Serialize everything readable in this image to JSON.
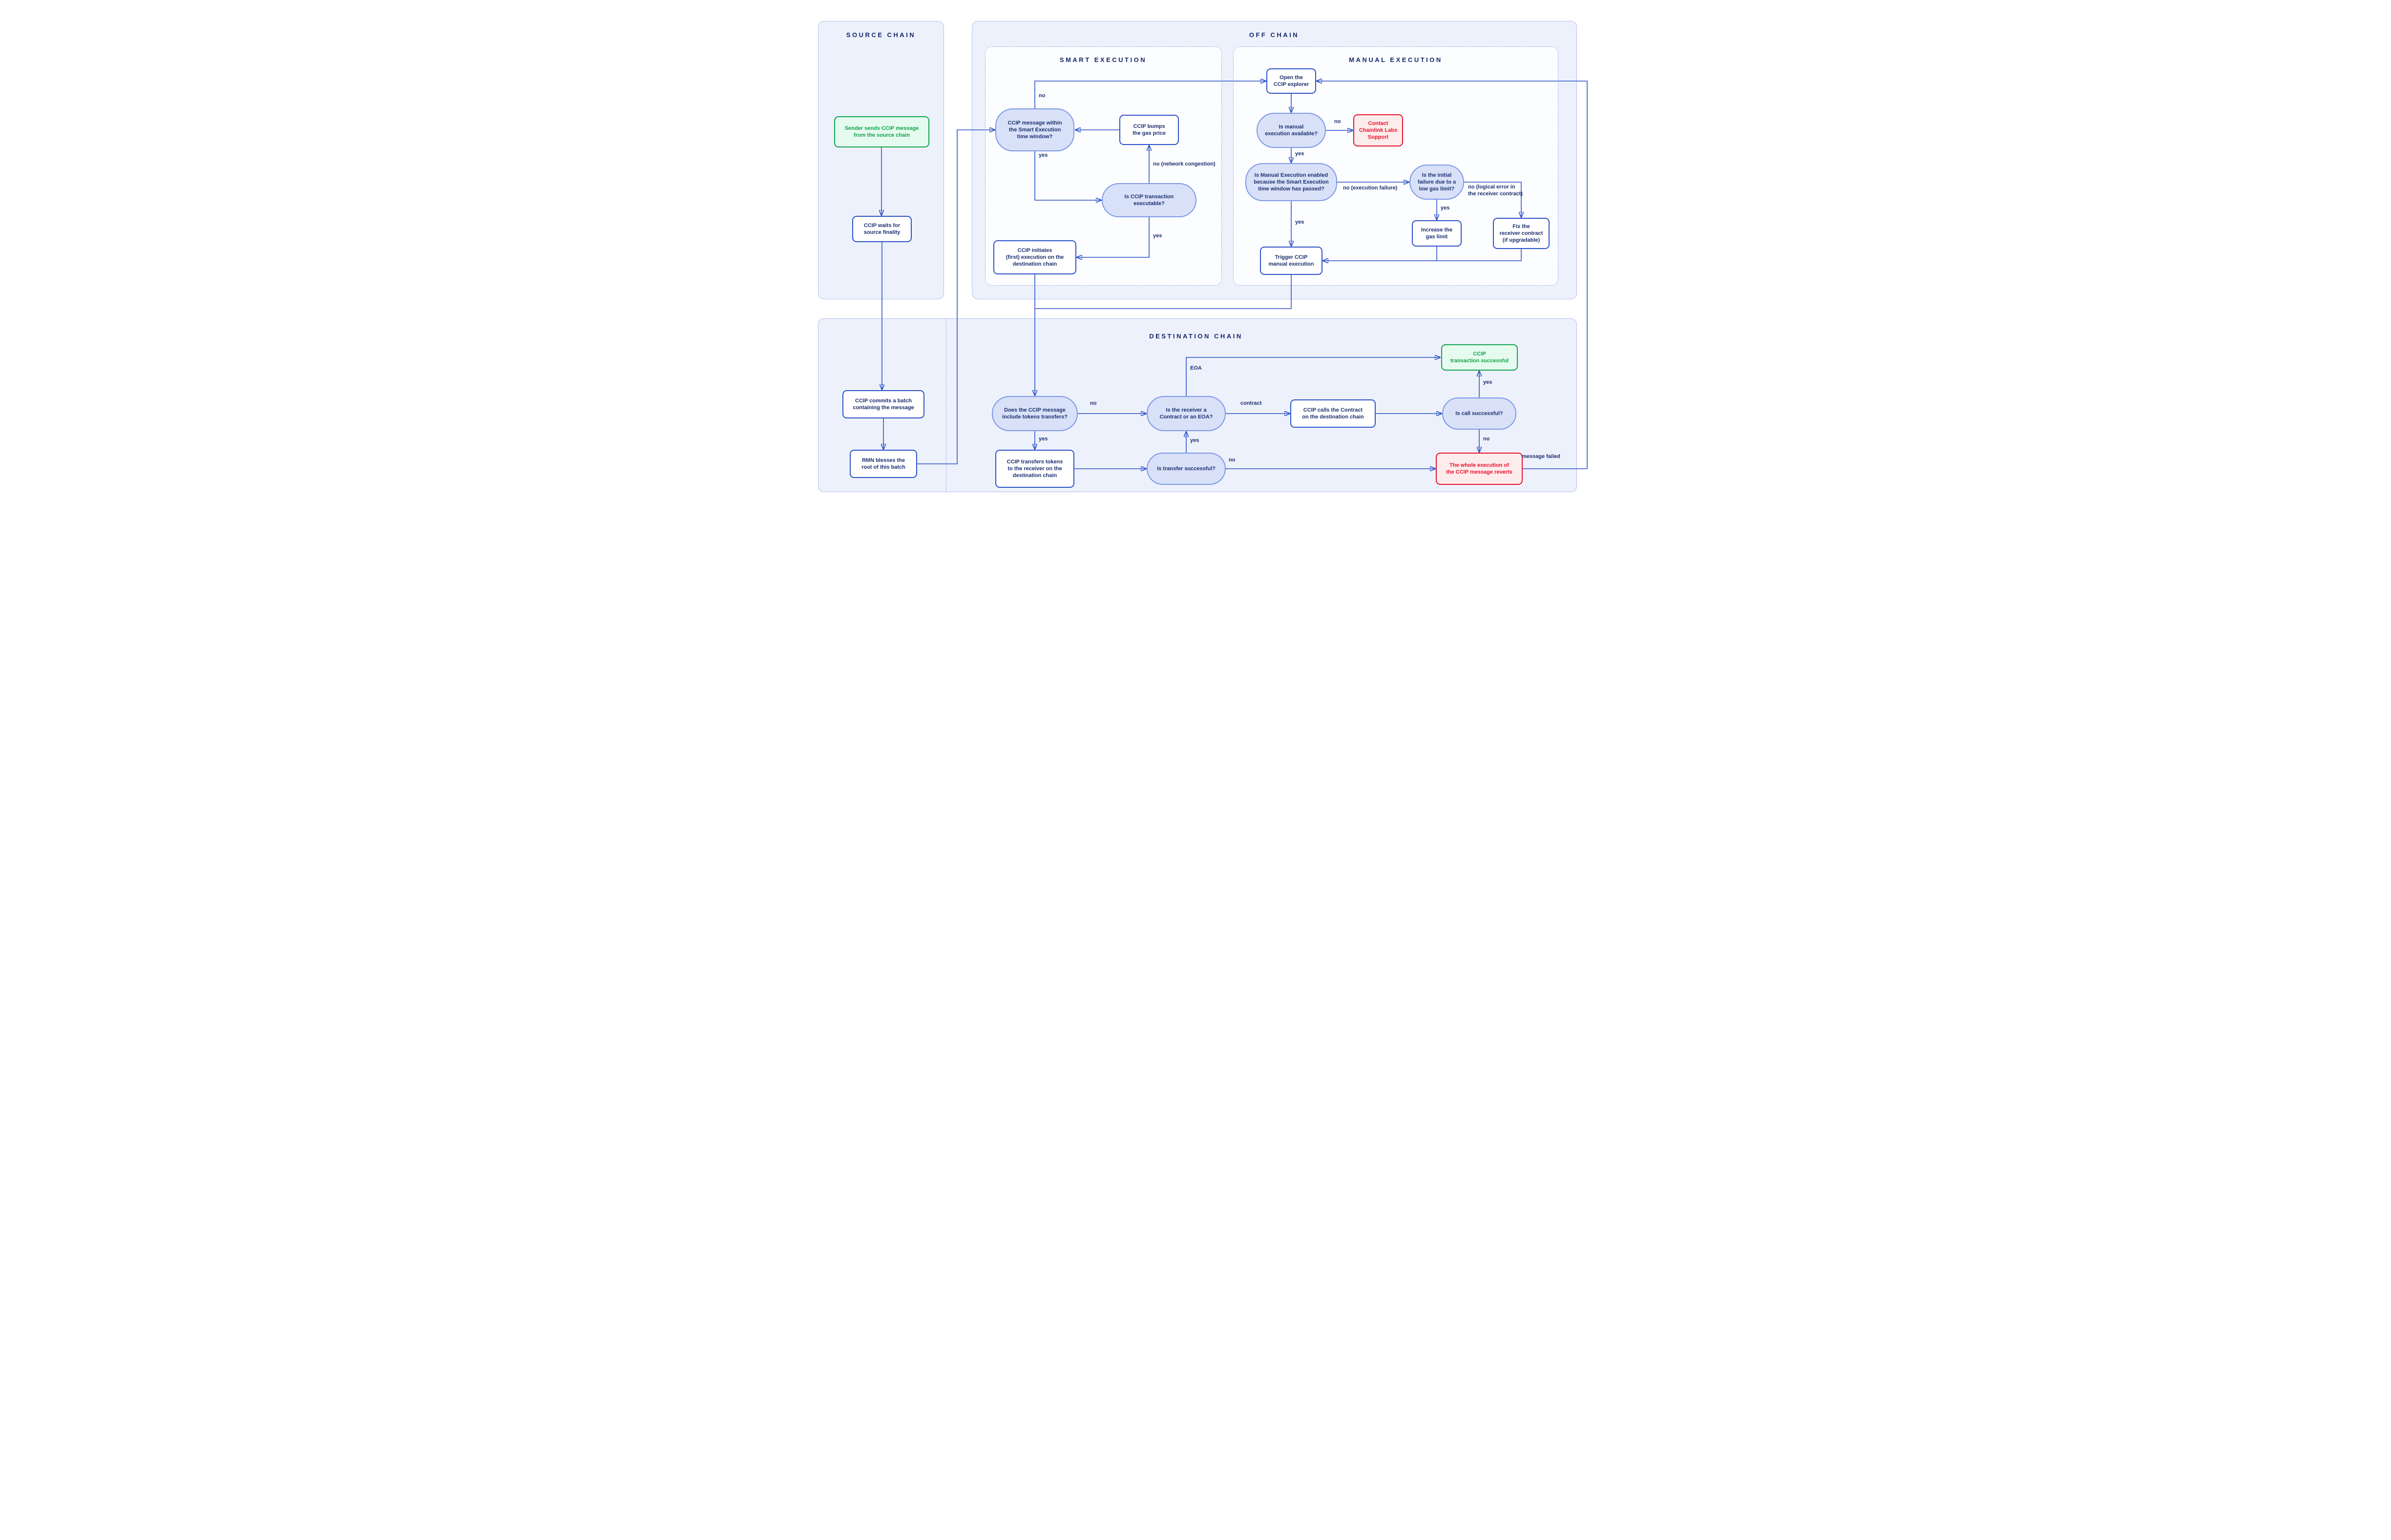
{
  "sections": {
    "source_chain": "SOURCE CHAIN",
    "off_chain": "OFF CHAIN",
    "smart_execution": "SMART EXECUTION",
    "manual_execution": "MANUAL EXECUTION",
    "destination_chain": "DESTINATION CHAIN"
  },
  "nodes": {
    "sender": "Sender sends CCIP message\nfrom the source chain",
    "waits": "CCIP waits for\nsource finality",
    "commits": "CCIP commits a batch\ncontaining the message",
    "rmn": "RMN blesses the\nroot of this batch",
    "window": "CCIP message within\nthe Smart Execution\ntime window?",
    "bumps": "CCIP bumps\nthe gas price",
    "executable": "Is CCIP transaction\nexecutable?",
    "initiates": "CCIP initiates\n(first) execution on the\ndestination chain",
    "explorer": "Open the\nCCIP explorer",
    "available": "Is manual\nexecution available?",
    "contact": "Contact\nChainlink Labs\nSupport",
    "enabled": "Is Manual Execution enabled\nbecause the Smart Execution\ntime window has passed?",
    "lowgas": "Is the initial\nfailure due to a\nlow gas limit?",
    "increase": "Increase the\ngas limit",
    "fix": "Fix the\nreceiver contract\n(if upgradable)",
    "trigger": "Trigger CCIP\nmanual execution",
    "tokens": "Does the CCIP message\ninclude tokens transfers?",
    "receiver": "Is the receiver a\nContract or an EOA?",
    "transfers": "CCIP transfers tokens\nto the receiver on the\ndestination chain",
    "transfer_success": "Is transfer successful?",
    "calls": "CCIP calls the Contract\non the destination chain",
    "call_success": "Is call successful?",
    "success": "CCIP\ntransaction successful",
    "reverts": "The whole execution of\nthe CCIP message reverts"
  },
  "edge_labels": {
    "no_window": "no",
    "yes_window": "yes",
    "no_congestion": "no (network congestion)",
    "yes_executable": "yes",
    "no_available": "no",
    "yes_available": "yes",
    "no_exec_failure": "no (execution failure)",
    "yes_enabled": "yes",
    "yes_lowgas": "yes",
    "no_logical": "no (logical error in\nthe receiver contract)",
    "no_tokens": "no",
    "yes_tokens": "yes",
    "yes_transfer": "yes",
    "no_transfer": "no",
    "contract": "contract",
    "eoa": "EOA",
    "yes_call": "yes",
    "no_call": "no",
    "message_failed": "message failed"
  },
  "colors": {
    "arrow_blue": "#2d52c8",
    "process_border": "#2d52c8",
    "decision_fill": "#d8e1f8",
    "decision_border": "#7d97e8",
    "success_green": "#12a34d",
    "success_fill": "#e6fbef",
    "error_red": "#e8112d",
    "error_fill": "#fdecec",
    "container_fill": "#edf1fb",
    "container_border": "#b3c0ef",
    "dashed_border": "#93a7e8",
    "text_navy": "#1d306f"
  }
}
